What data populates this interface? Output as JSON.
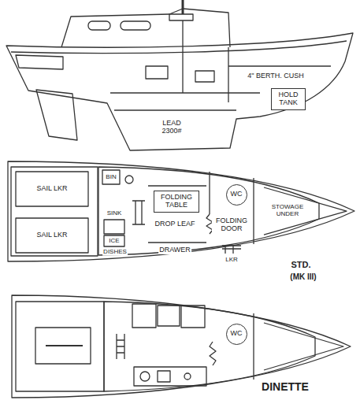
{
  "diagram": {
    "nodes": [
      {
        "text": [
          "HOLD TANK"
        ]
      },
      {
        "text": [
          "FOLDING TABLE"
        ]
      },
      {
        "text": [
          "WC"
        ]
      },
      {
        "text": [
          "WC"
        ]
      }
    ],
    "labels": [
      "4\" BERTH. CUSH",
      "LEAD 2300#",
      "SAIL LKR",
      "SAIL LKR",
      "BIN",
      "SINK",
      "ICE",
      "DISHES",
      "DROP LEAF",
      "FOLDING DOOR",
      "STOWAGE UNDER",
      "DRAWER",
      "LKR",
      "STD.",
      "(MK III)",
      "DINETTE"
    ]
  }
}
